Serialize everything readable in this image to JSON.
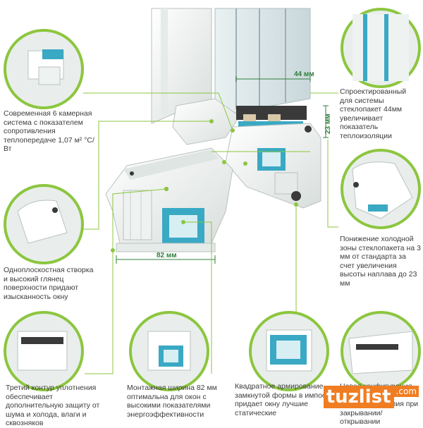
{
  "callouts": {
    "left_1": "Современная 6 камерная система с показателем сопротивления теплопередаче 1,07 м² °С/Вт",
    "left_2": "Одноплоскостная створка и высокий глянец поверхности придают изысканность окну",
    "bottom_1": "Третий контур уплотнения обеспечивает дополнительную защиту от шума и холода, влаги и сквозняков",
    "bottom_2": "Монтажная ширина 82 мм оптимальна для окон с высокими показателями энергоэффективности",
    "bottom_3": "Квадратное армирование замкнутой формы в импосте придает окну лучшие статические",
    "bottom_4": "Новая конфигурация уплотнителя уменьшает усилия при закрывании/открывании",
    "right_1": "Спроектированный для системы стеклопакет 44мм увеличивает показатель теплоизоляции",
    "right_2": "Понижение холодной зоны стеклопакета на 3 мм от стандарта за счет увеличения высоты наплава до 23 мм"
  },
  "dimensions": {
    "glass": "44 мм",
    "overlap": "23 мм",
    "mounting": "82 мм"
  },
  "watermark": {
    "brand": "tuzlist",
    "domain": ".com"
  },
  "colors": {
    "accent_green": "#8cc63f",
    "dim_green": "#2e7f3b",
    "steel_blue": "#39a9c4",
    "pvc_white": "#f4f6f5"
  }
}
